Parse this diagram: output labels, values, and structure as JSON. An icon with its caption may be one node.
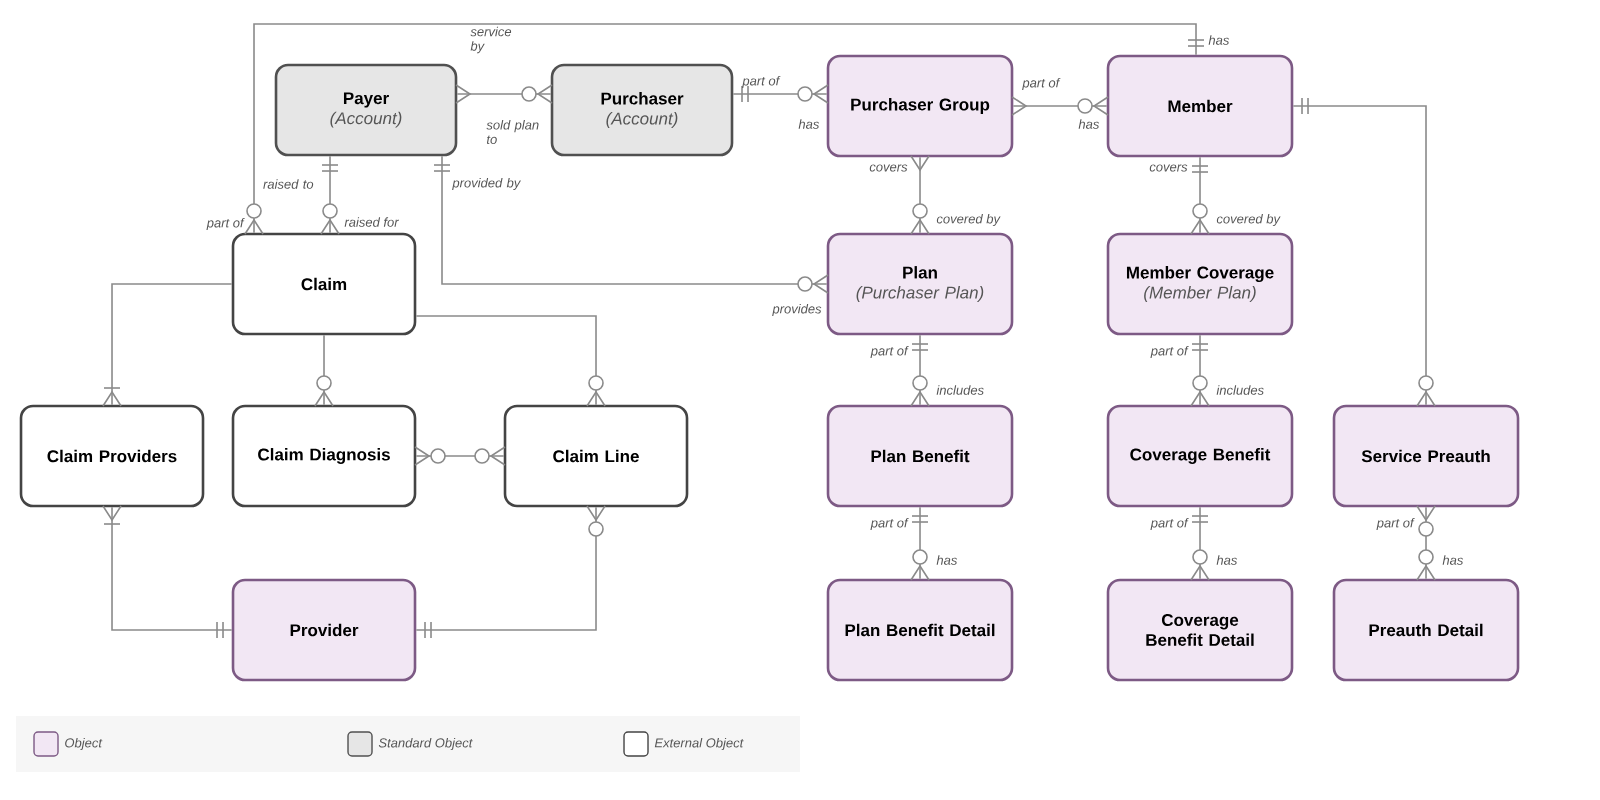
{
  "diagram": {
    "nodes": [
      {
        "text": [
          "Payer",
          "(Account)"
        ]
      },
      {
        "text": [
          "Purchaser",
          "(Account)"
        ]
      },
      {
        "text": [
          "Purchaser Group"
        ]
      },
      {
        "text": [
          "Member"
        ]
      },
      {
        "text": [
          "Claim"
        ]
      },
      {
        "text": [
          "Plan",
          "(Purchaser Plan)"
        ]
      },
      {
        "text": [
          "Member Coverage",
          "(Member Plan)"
        ]
      },
      {
        "text": [
          "Claim Providers"
        ]
      },
      {
        "text": [
          "Claim Diagnosis"
        ]
      },
      {
        "text": [
          "Claim Line"
        ]
      },
      {
        "text": [
          "Plan Benefit"
        ]
      },
      {
        "text": [
          "Coverage Benefit"
        ]
      },
      {
        "text": [
          "Service Preauth"
        ]
      },
      {
        "text": [
          "Provider"
        ]
      },
      {
        "text": [
          "Plan Benefit Detail"
        ]
      },
      {
        "text": [
          "Coverage Benefit Detail"
        ]
      },
      {
        "text": [
          "Preauth Detail"
        ]
      }
    ],
    "edges": [
      {
        "from": 0,
        "to": 1,
        "arrow": "other"
      },
      {
        "from": 1,
        "to": 2,
        "arrow": "other"
      },
      {
        "from": 2,
        "to": 3,
        "arrow": "other"
      },
      {
        "from": 3,
        "to": 4,
        "arrow": "other"
      },
      {
        "from": 0,
        "to": 4,
        "arrow": "other"
      },
      {
        "from": 0,
        "to": 5,
        "arrow": "other"
      },
      {
        "from": 2,
        "to": 5,
        "arrow": "other"
      },
      {
        "from": 3,
        "to": 6,
        "arrow": "other"
      },
      {
        "from": 3,
        "to": 12,
        "arrow": "other"
      },
      {
        "from": 4,
        "to": 7,
        "arrow": "other"
      },
      {
        "from": 4,
        "to": 8,
        "arrow": "other"
      },
      {
        "from": 4,
        "to": 9,
        "arrow": "other"
      },
      {
        "from": 8,
        "to": 9,
        "arrow": "other"
      },
      {
        "from": 13,
        "to": 7,
        "arrow": "other"
      },
      {
        "from": 13,
        "to": 9,
        "arrow": "other"
      },
      {
        "from": 5,
        "to": 10,
        "arrow": "other"
      },
      {
        "from": 6,
        "to": 11,
        "arrow": "other"
      },
      {
        "from": 10,
        "to": 14,
        "arrow": "other"
      },
      {
        "from": 11,
        "to": 15,
        "arrow": "other"
      },
      {
        "from": 12,
        "to": 16,
        "arrow": "other"
      }
    ],
    "labels": [
      "service by",
      "part of",
      "part of",
      "has",
      "sold plan to",
      "has",
      "has",
      "raised to",
      "provided by",
      "covers",
      "covers",
      "part of",
      "raised for",
      "covered by",
      "covered by",
      "provides",
      "part of",
      "part of",
      "includes",
      "includes",
      "part of",
      "part of",
      "part of",
      "has",
      "has",
      "has"
    ],
    "legend": [
      {
        "text": "Object",
        "color": "#f2e7f4"
      },
      {
        "text": "Standard Object",
        "color": "#e6e6e6"
      },
      {
        "text": "External Object",
        "color": "#ffffff"
      }
    ]
  }
}
